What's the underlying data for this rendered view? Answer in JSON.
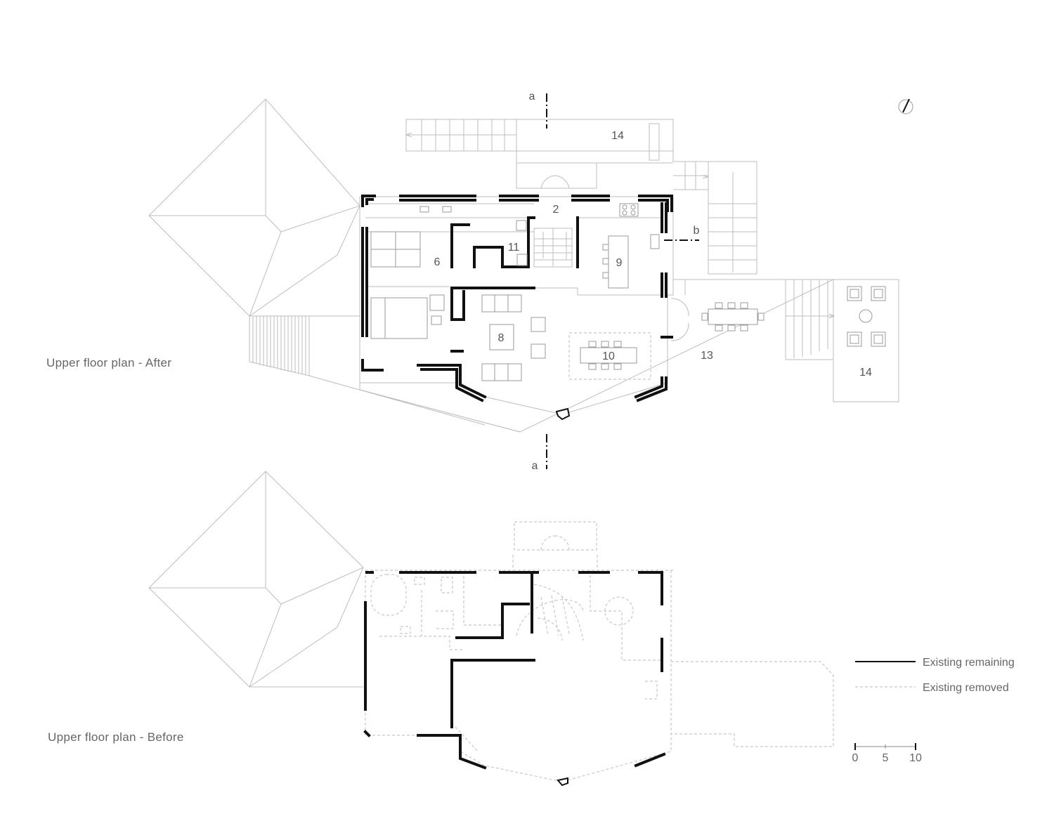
{
  "plans": {
    "after": {
      "title": "Upper floor plan - After"
    },
    "before": {
      "title": "Upper floor plan - Before"
    }
  },
  "section_marks": {
    "a_top": "a",
    "a_bottom": "a",
    "b": "b"
  },
  "rooms": {
    "r2": "2",
    "r6": "6",
    "r8": "8",
    "r9": "9",
    "r10": "10",
    "r11": "11",
    "r13": "13",
    "r14_top": "14",
    "r14_right": "14"
  },
  "legend": {
    "existing_remaining": "Existing remaining",
    "existing_removed": "Existing removed"
  },
  "scale_bar": {
    "ticks": [
      "0",
      "5",
      "10"
    ]
  },
  "icons": {
    "north": "north-arrow-icon"
  },
  "colors": {
    "wall": "#111111",
    "linework": "#bdbdbd",
    "text": "#666666"
  }
}
